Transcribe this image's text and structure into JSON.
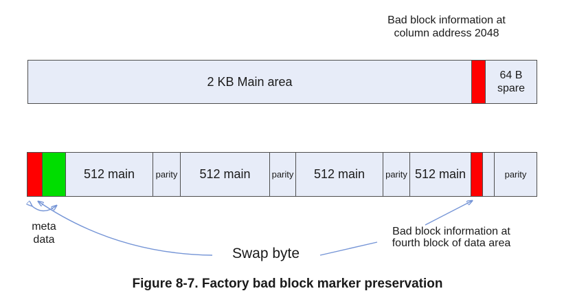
{
  "top_right_label": {
    "line1": "Bad block information at",
    "line2": "column address 2048"
  },
  "top_bar": {
    "main_label": "2 KB Main area",
    "spare_line1": "64 B",
    "spare_line2": "spare"
  },
  "bottom_bar": {
    "segments": [
      {
        "name": "meta-bad-block-marker",
        "type": "red",
        "width": 22,
        "label": ""
      },
      {
        "name": "swap-byte-cell",
        "type": "green",
        "width": 34,
        "label": ""
      },
      {
        "name": "main-block-1",
        "type": "main",
        "width": 127,
        "label": "512 main"
      },
      {
        "name": "parity-1",
        "type": "parity",
        "width": 40,
        "label": "parity"
      },
      {
        "name": "main-block-2",
        "type": "main",
        "width": 130,
        "label": "512 main"
      },
      {
        "name": "parity-2",
        "type": "parity",
        "width": 38,
        "label": "parity"
      },
      {
        "name": "main-block-3",
        "type": "main",
        "width": 127,
        "label": "512 main"
      },
      {
        "name": "parity-3",
        "type": "parity",
        "width": 39,
        "label": "parity"
      },
      {
        "name": "main-block-4",
        "type": "main",
        "width": 89,
        "label": "512 main"
      },
      {
        "name": "bad-block-marker-4th",
        "type": "red",
        "width": 17,
        "label": ""
      },
      {
        "name": "spare-gap-cell",
        "type": "blank",
        "width": 17,
        "label": ""
      },
      {
        "name": "parity-4",
        "type": "parity grow",
        "width": 63,
        "label": "parity"
      }
    ]
  },
  "meta_data_label": {
    "line1": "meta",
    "line2": "data"
  },
  "swap_byte_label": "Swap byte",
  "bottom_right_label": {
    "line1": "Bad block information at",
    "line2": "fourth block of data area"
  },
  "caption": "Figure 8-7. Factory bad block marker preservation",
  "colors": {
    "bar_fill": "#e7ecf8",
    "border": "#4d4d4d",
    "bad_block_red": "#ff0000",
    "swap_byte_green": "#00dd00",
    "arrow_blue": "#7494d6"
  }
}
